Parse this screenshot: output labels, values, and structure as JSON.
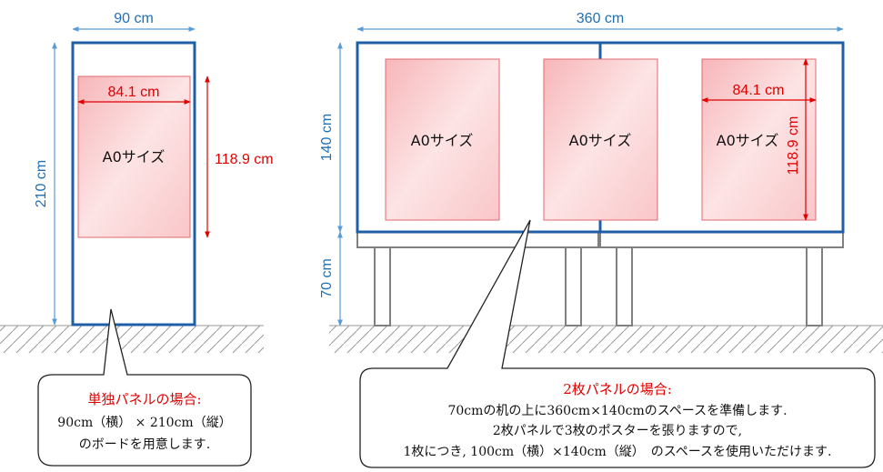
{
  "single": {
    "width_label": "90 cm",
    "height_label": "210 cm",
    "poster_width_label": "84.1 cm",
    "poster_height_label": "118.9 cm",
    "poster_label": "A0サイズ"
  },
  "double": {
    "width_label": "360 cm",
    "panel_height_label": "140 cm",
    "desk_height_label": "70 cm",
    "poster_width_label": "84.1 cm",
    "poster_height_label": "118.9 cm",
    "poster_labels": [
      "A0サイズ",
      "A0サイズ",
      "A0サイズ"
    ]
  },
  "callout_single": {
    "title": "単独パネルの場合:",
    "line1": "90cm（横） × 210cm（縦）",
    "line2": "のボードを用意します."
  },
  "callout_double": {
    "title": "2枚パネルの場合:",
    "line1": "70cmの机の上に360cm×140cmのスペースを準備します.",
    "line2": "2枚パネルで3枚のポスターを張りますので,",
    "line3": "1枚につき, 100cm（横）×140cm（縦）　のスペースを使用いただけます."
  },
  "colors": {
    "panel_border": "#1f5fa8",
    "dimension_blue": "#5b9bd5",
    "dimension_red": "#e00000",
    "desk": "#808080"
  }
}
